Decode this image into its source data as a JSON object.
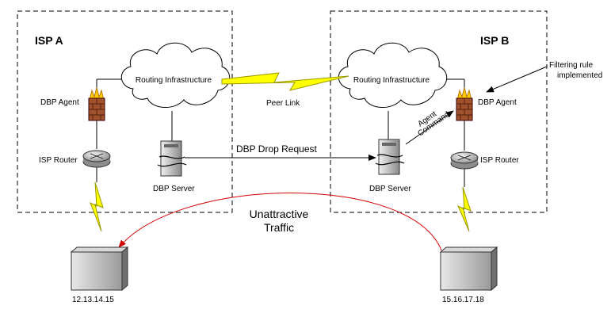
{
  "isp_a": {
    "title": "ISP A",
    "routing": "Routing Infrastructure",
    "agent": "DBP Agent",
    "router": "ISP Router",
    "server": "DBP Server"
  },
  "isp_b": {
    "title": "ISP B",
    "routing": "Routing Infrastructure",
    "agent": "DBP Agent",
    "router": "ISP Router",
    "server": "DBP Server"
  },
  "peer_link": "Peer Link",
  "drop_request": "DBP Drop Request",
  "agent_command": {
    "line1": "Agent",
    "line2": "Command"
  },
  "filtering_note": {
    "line1": "Filtering rule",
    "line2": "implemented"
  },
  "traffic": {
    "line1": "Unattractive",
    "line2": "Traffic"
  },
  "host_left": "12.13.14.15",
  "host_right": "15.16.17.18",
  "colors": {
    "traffic_arrow": "#d40000",
    "lightning": "#ffff00",
    "lightning_outline": "#999900",
    "firewall_flame": "#ffcc00",
    "firewall_brick": "#a0522d"
  }
}
